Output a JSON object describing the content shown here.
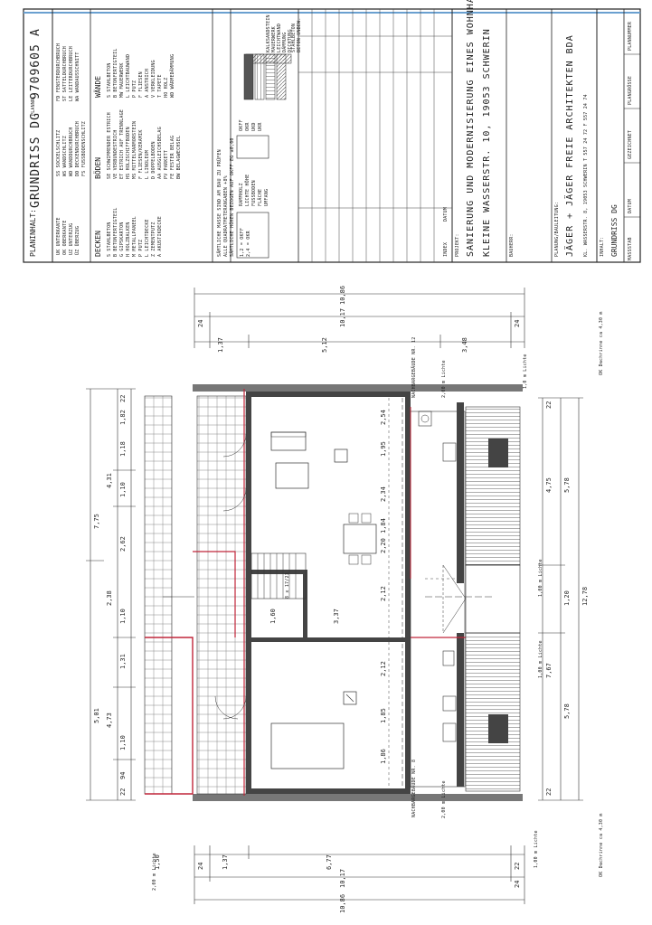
{
  "title_block": {
    "planinhalt_label": "PLANINHALT:",
    "planinhalt_value": "GRUNDRISS DG",
    "plannr_label": "PLANNR.:",
    "plannr_value": "9709605",
    "index": "A",
    "project_label": "PROJEKT:",
    "project_line1": "SANIERUNG UND MODERNISIERUNG EINES WOHNHAUSES",
    "project_line2": "KLEINE WASSERSTR. 10, 19053 SCHWERIN",
    "bauherr_label": "BAUHERR:",
    "planer_label": "PLANUNG/BAULEITUNG:",
    "firm": "JÄGER + JÄGER  FREIE  ARCHITEKTEN BDA",
    "firm_address": "KL. WASSERSTR. 8, 19053 SCHWERIN  T 557 24 72 F 557 24 74",
    "inhalt_label": "INHALT:",
    "inhalt_value": "GRUNDRISS DG",
    "footer_cells": [
      "MASSSTAB",
      "DATUM",
      "GEZEICHNET",
      "PLANGRÖSSE",
      "PLANNUMMER"
    ],
    "note_line1": "SÄMTLICHE MASSE SIND AM BAU ZU PRÜFEN",
    "note_line2": "ALLE QUADRATMETERANGABEN +8%",
    "note_line3": "SÄMTLICHE HÖHEN BEZOGEN AUF OKFF EG ±0,00",
    "rev_label": "INDEX",
    "rev_date": "DATUM"
  },
  "legend": {
    "left_codes": [
      "UK  UNTERKANTE",
      "OK  OBERKANTE",
      "UZ  UNTERZUG",
      "ÜZ  ÜBERZUG"
    ],
    "mid_codes": [
      "SS  SOCKELSCHLITZ",
      "WS  WANDSCHLITZ",
      "WD  WANDDURCHBRUCH",
      "DD  DECKENDURCHBRUCH",
      "FS  FUSSBODENSCHLITZ"
    ],
    "right_codes": [
      "FD  FENSTERDURCHBRUCH",
      "ST  SATTELDURCHBRUCH",
      "LE  LEITERDURCHBRUCH",
      "WA  WANDAUSSCHNITT"
    ],
    "decken_heading": "DECKEN",
    "decken_items": [
      "S  STAHLBETON",
      "B  BETONFERTIGTEIL",
      "G  GIPSKARTON",
      "H  HOLZBALKEN",
      "M  METALLPANEEL",
      "P  PUTZ",
      "L  LEICHTDECKE",
      "Z  ZEMENTPUTZ",
      "A  AKUSTIKDECKE"
    ],
    "boeden_heading": "BÖDEN",
    "boeden_items": [
      "SE  SCHWIMMENDER ESTRICH",
      "VE  VERBUNDESTRICH",
      "ET  ESTRICH AUF TRENNLAGE",
      "HS  HOLZSCHIFFBODEN",
      "MS  MITTELMARMORSTEIN",
      "F  FLIESEN/KERAMIK",
      "L  LINOLEUM",
      "D  DOPPELBODEN",
      "AA  AUSGLEICHSBELAG",
      "PV  PARKETT",
      "FE  FESTER BELAG",
      "BW  BELAGWECHSEL"
    ],
    "waende_heading": "WÄNDE",
    "waende_items": [
      "S  STAHLBETON",
      "B  BETONFERTIGTEIL",
      "MW  MAUERWERK",
      "L  LEICHTBAUWAND",
      "P  PUTZ",
      "F  FLIESEN",
      "A  ANSTRICH",
      "V  VERKLEIDUNG",
      "T  TAPETE",
      "HO  HOLZ",
      "WD  WÄRMEDÄMMUNG"
    ],
    "hatch_items": [
      "STAHLBETON",
      "BETON UNBEW.",
      "KALKSANDSTEIN",
      "MAUERWERK",
      "LEICHTWAND",
      "DÄMMUNG",
      "DICHTUNG"
    ],
    "symbols": [
      "1,2 = OKFF",
      "2,4 = OKR",
      "RAMMHOLZ",
      "LICHTE HÖHE",
      "FUSSBODEN",
      "FLÄCHE",
      "UMFANG",
      "OKFF",
      "OKR",
      "UKD",
      "UKR"
    ]
  },
  "drawing": {
    "street_label_top": "NACHBARGEBÄUDE NR. 12",
    "street_label_bottom": "NACHBARGEBÄUDE NR. 8",
    "dims_left": [
      "7,75",
      "4,31",
      "2,38",
      "5,01",
      "4,73",
      "1,82",
      "1,18",
      "1,10",
      "1,10",
      "1,31",
      "1,10",
      "94",
      "22",
      "22",
      "2,62"
    ],
    "dims_top": [
      "10,86",
      "10,17",
      "5,12",
      "3,48",
      "1,37",
      "24",
      "24"
    ],
    "dims_bottom": [
      "10,86",
      "10,17",
      "6,77",
      "1,37",
      "1,50",
      "24",
      "24",
      "22"
    ],
    "dims_right": [
      "4,75",
      "5,78",
      "12,78",
      "1,20",
      "7,67",
      "5,78",
      "22",
      "22"
    ],
    "room_heights": [
      "2,54",
      "1,95",
      "1,84",
      "2,20",
      "2,12",
      "2,12",
      "1,86",
      "2,34",
      "1,85"
    ],
    "other_labels": [
      "3,37",
      "1,60",
      "8 x 17/23",
      "2,00 m Lichte",
      "2,00 m Lichte",
      "1,00 m Lichte",
      "1,00 m Lichte",
      "1,0 m Lichte",
      "OK Dachrinne ca 4,30 m",
      "OK Dachrinne ca 4,30 m",
      "2,00 m Lichte",
      "1,00 m Lichte"
    ]
  }
}
